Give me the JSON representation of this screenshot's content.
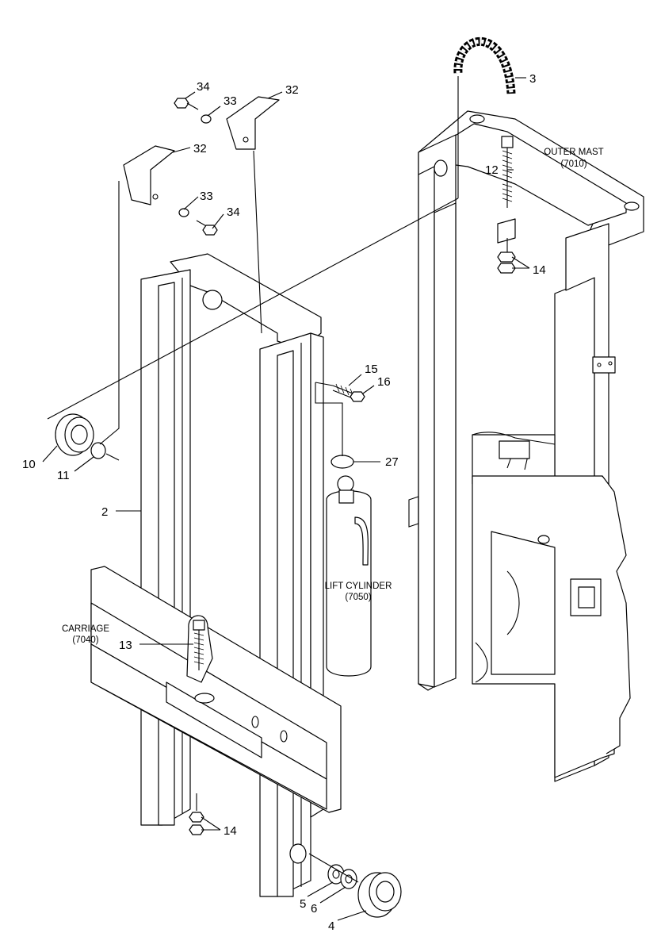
{
  "diagram": {
    "assemblies": {
      "outer_mast": {
        "name": "OUTER MAST",
        "code": "(7010)"
      },
      "lift_cylinder": {
        "name": "LIFT CYLINDER",
        "code": "(7050)"
      },
      "carriage": {
        "name": "CARRIAGE",
        "code": "(7040)"
      }
    },
    "callouts": {
      "c3": "3",
      "c12": "12",
      "c14a": "14",
      "c34a": "34",
      "c33a": "33",
      "c32a": "32",
      "c32b": "32",
      "c33b": "33",
      "c34b": "34",
      "c15": "15",
      "c16": "16",
      "c27": "27",
      "c10": "10",
      "c11": "11",
      "c2": "2",
      "c13": "13",
      "c14b": "14",
      "c5": "5",
      "c6": "6",
      "c4": "4"
    }
  }
}
